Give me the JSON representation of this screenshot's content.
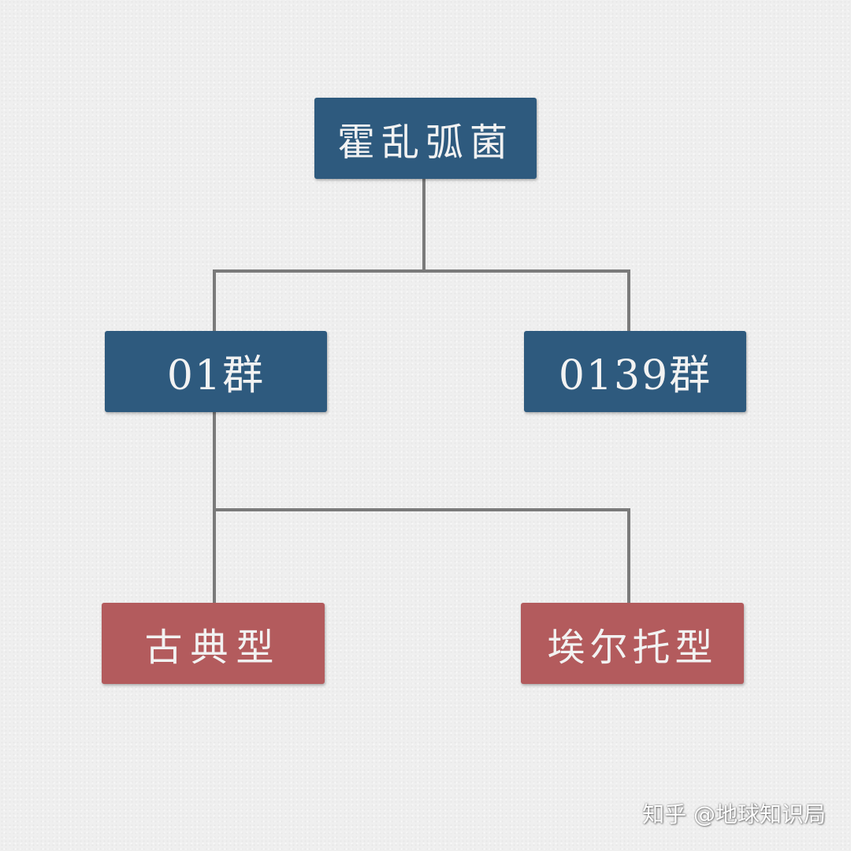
{
  "diagram": {
    "root": {
      "label": "霍乱弧菌"
    },
    "groups": [
      {
        "label": "01群"
      },
      {
        "label": "0139群"
      }
    ],
    "biotypes": [
      {
        "label": "古典型"
      },
      {
        "label": "埃尔托型"
      }
    ]
  },
  "watermark": {
    "text": "知乎 @地球知识局"
  },
  "colors": {
    "node_blue": "#2e5a7e",
    "node_red": "#b35b5d",
    "connector": "#7a7a7a",
    "background": "#efefef"
  }
}
